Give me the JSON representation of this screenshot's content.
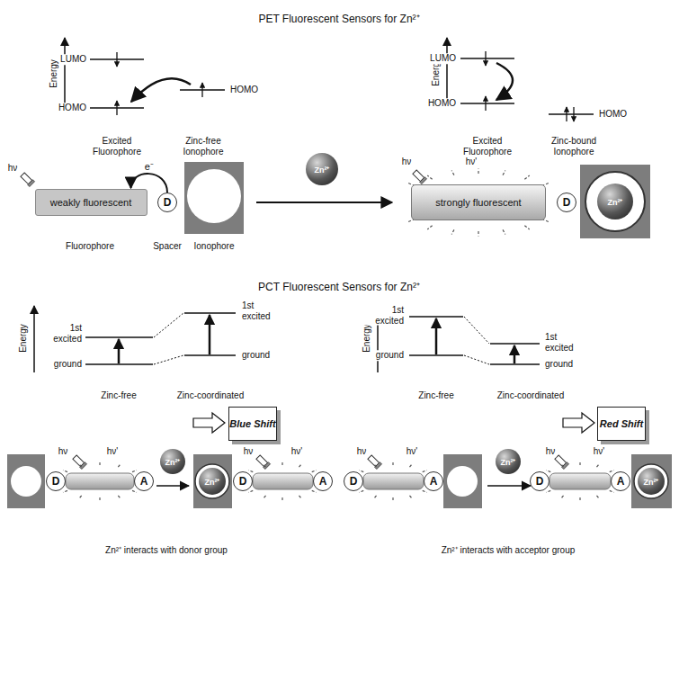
{
  "diagram": {
    "nodes": [
      {
        "text": [
          "weakly fluorescent"
        ]
      },
      {
        "text": [
          "D"
        ]
      },
      {
        "text": [
          "Zn²⁺"
        ]
      },
      {
        "text": [
          "strongly fluorescent"
        ]
      },
      {
        "text": [
          "D"
        ]
      },
      {
        "text": [
          "Zn²⁺"
        ]
      },
      {
        "text": [
          "Blue Shift"
        ]
      },
      {
        "text": [
          "Red Shift"
        ]
      },
      {
        "text": [
          "D"
        ]
      },
      {
        "text": [
          "A"
        ]
      },
      {
        "text": [
          "Zn²⁺"
        ]
      },
      {
        "text": [
          "Zn²⁺"
        ]
      },
      {
        "text": [
          "D"
        ]
      },
      {
        "text": [
          "A"
        ]
      },
      {
        "text": [
          "D"
        ]
      },
      {
        "text": [
          "A"
        ]
      },
      {
        "text": [
          "Zn²⁺"
        ]
      },
      {
        "text": [
          "D"
        ]
      },
      {
        "text": [
          "A"
        ]
      },
      {
        "text": [
          "Zn²⁺"
        ]
      }
    ],
    "edges": [
      {
        "from": 1,
        "to": 0,
        "arrow": "to",
        "label": "e⁻"
      }
    ],
    "labels": [
      "PET Fluorescent Sensors for Zn²⁺",
      "Energy",
      "LUMO",
      "HOMO",
      "HOMO",
      "Excited Fluorophore",
      "Zinc-free Ionophore",
      "Energy",
      "LUMO",
      "HOMO",
      "HOMO",
      "Excited Fluorophore",
      "Zinc-bound Ionophore",
      "hν",
      "Fluorophore",
      "Spacer",
      "Ionophore",
      "hν",
      "hν'",
      "PCT Fluorescent Sensors for Zn²⁺",
      "Energy",
      "1st excited",
      "ground",
      "1st excited",
      "ground",
      "Zinc-free",
      "Zinc-coordinated",
      "Energy",
      "1st excited",
      "ground",
      "1st excited",
      "ground",
      "Zinc-free",
      "Zinc-coordinated",
      "hν",
      "hν'",
      "hν",
      "hν'",
      "Zn²⁺ interacts with donor group",
      "hν",
      "hν'",
      "hν",
      "hν'",
      "Zn²⁺ interacts with acceptor group"
    ]
  }
}
